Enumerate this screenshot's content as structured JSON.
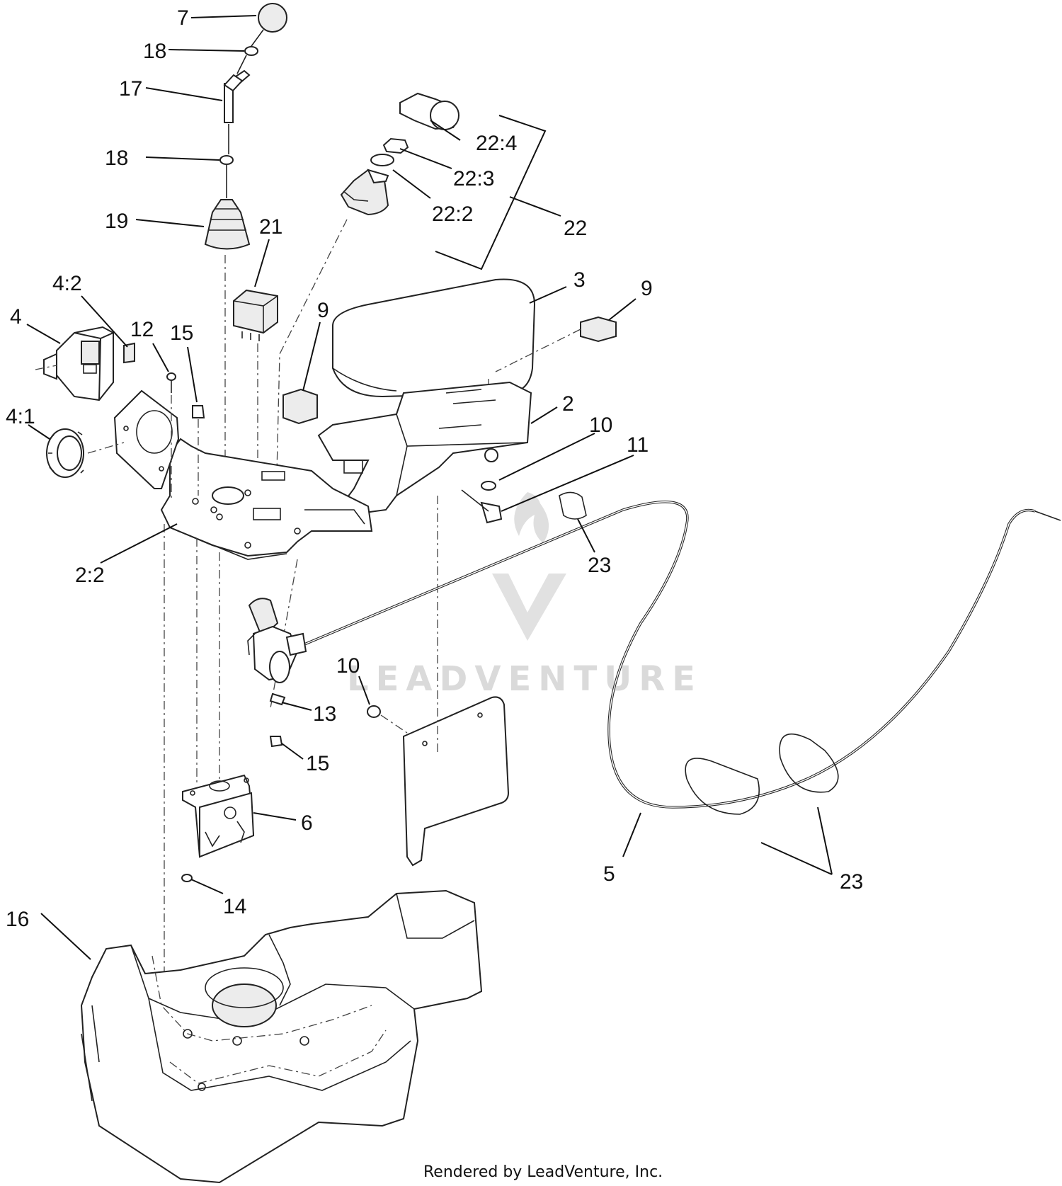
{
  "callouts": {
    "c7": "7",
    "c18a": "18",
    "c17": "17",
    "c18b": "18",
    "c19": "19",
    "c21": "21",
    "c22_4": "22:4",
    "c22_3": "22:3",
    "c22_2": "22:2",
    "c22": "22",
    "c3": "3",
    "c9a": "9",
    "c9b": "9",
    "c4_2": "4:2",
    "c4": "4",
    "c12": "12",
    "c15a": "15",
    "c4_1": "4:1",
    "c2": "2",
    "c10a": "10",
    "c11": "11",
    "c23a": "23",
    "c2_2": "2:2",
    "c10b": "10",
    "c13": "13",
    "c15b": "15",
    "c6": "6",
    "c5": "5",
    "c23b": "23",
    "c14": "14",
    "c16": "16"
  },
  "watermark": {
    "brand": "LEADVENTURE"
  },
  "footer": {
    "credit": "Rendered by LeadVenture, Inc."
  }
}
